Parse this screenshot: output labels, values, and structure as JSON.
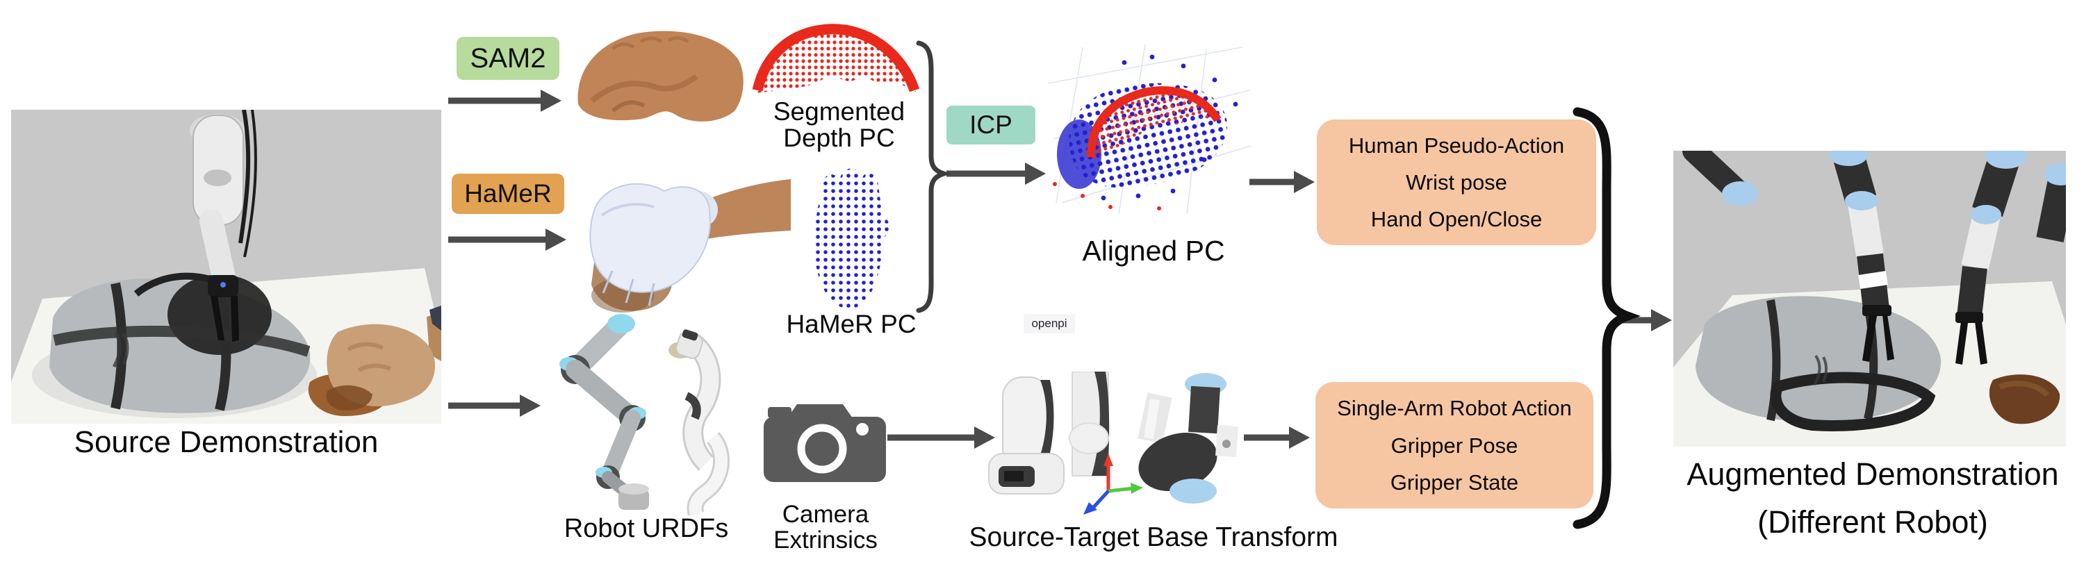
{
  "figure": {
    "source": {
      "caption": "Source Demonstration"
    },
    "top": {
      "sam2": "SAM2",
      "segmented_caption": [
        "Segmented",
        "Depth PC"
      ],
      "hamer": "HaMeR",
      "hamer_pc_caption": "HaMeR PC",
      "icp": "ICP",
      "aligned_caption": "Aligned PC",
      "human_box": {
        "line1": "Human Pseudo-Action",
        "line2": "Wrist pose",
        "line3": "Hand Open/Close"
      }
    },
    "watermark": "openpi",
    "bottom": {
      "urdf_caption": "Robot URDFs",
      "camera_caption": [
        "Camera",
        "Extrinsics"
      ],
      "transform_caption": "Source-Target Base Transform",
      "robot_box": {
        "line1": "Single-Arm Robot Action",
        "line2": "Gripper Pose",
        "line3": "Gripper State"
      }
    },
    "output": {
      "caption": [
        "Augmented Demonstration",
        "(Different Robot)"
      ]
    }
  },
  "colors": {
    "sam2_green": "#b6db9c",
    "hamer_orange": "#e2a252",
    "icp_teal": "#9fd9c6",
    "action_peach": "#f6c5a2",
    "arrow_gray": "#4b4b4b",
    "pc_red": "#e8291c",
    "pc_blue": "#2222cf"
  }
}
